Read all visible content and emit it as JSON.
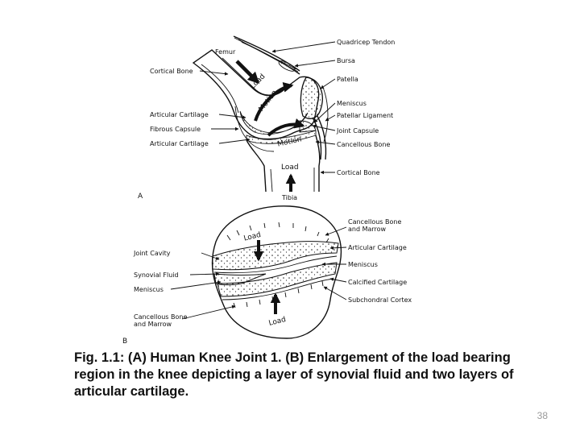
{
  "diagram_a": {
    "panel_label": "A",
    "left_labels": [
      "Femur",
      "Cortical Bone",
      "Articular Cartilage",
      "Fibrous Capsule",
      "Articular Cartilage"
    ],
    "right_labels": [
      "Quadricep Tendon",
      "Bursa",
      "Patella",
      "Meniscus",
      "Patellar Ligament",
      "Joint Capsule",
      "Cancellous Bone",
      "Cortical Bone"
    ],
    "arrow_labels": [
      "Load",
      "Motion",
      "Motion",
      "Load"
    ],
    "bottom_label": "Tibia"
  },
  "diagram_b": {
    "panel_label": "B",
    "left_labels": [
      "Joint Cavity",
      "Synovial Fluid",
      "Meniscus",
      "Cancellous Bone",
      "and Marrow"
    ],
    "right_labels": [
      "Cancellous Bone",
      "and Marrow",
      "Articular Cartilage",
      "Meniscus",
      "Calcified Cartilage",
      "Subchondral Cortex"
    ],
    "arrow_labels": [
      "Load",
      "Load"
    ]
  },
  "caption": "Fig. 1.1: (A) Human Knee Joint 1. (B) Enlargement of the load bearing region in the knee depicting a layer of synovial fluid and two layers of articular cartilage.",
  "page_number": "38"
}
